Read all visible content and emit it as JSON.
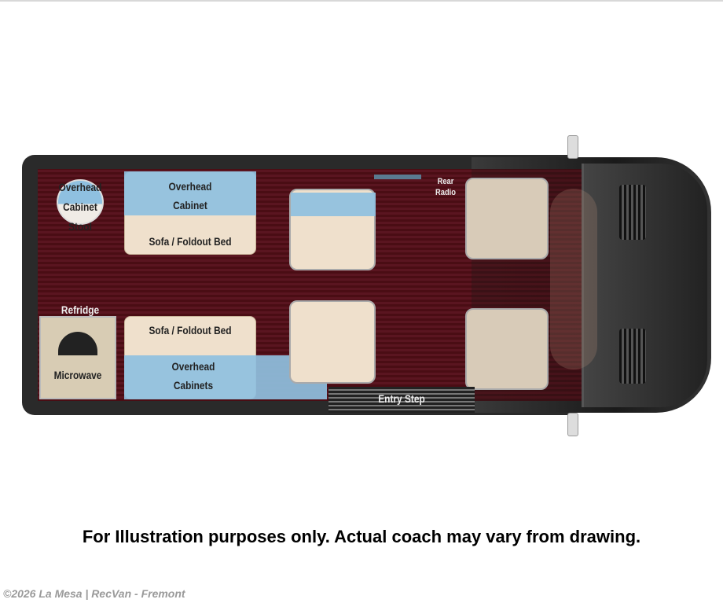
{
  "floorplan": {
    "labels": {
      "stool": [
        "Overhead",
        "Cabinet",
        "Stool"
      ],
      "overhead_cabinet_top": [
        "Overhead",
        "Cabinet"
      ],
      "sofa_top": "Sofa / Foldout Bed",
      "refridge": "Refridge",
      "microwave": "Microwave",
      "sofa_bottom": "Sofa / Foldout Bed",
      "overhead_cabinets_bottom": [
        "Overhead",
        "Cabinets"
      ],
      "rear_radio": [
        "Rear",
        "Radio"
      ],
      "entry_step": "Entry Step"
    }
  },
  "caption": "For Illustration purposes only.  Actual coach may vary from drawing.",
  "footer": "©2026 La Mesa | RecVan - Fremont"
}
